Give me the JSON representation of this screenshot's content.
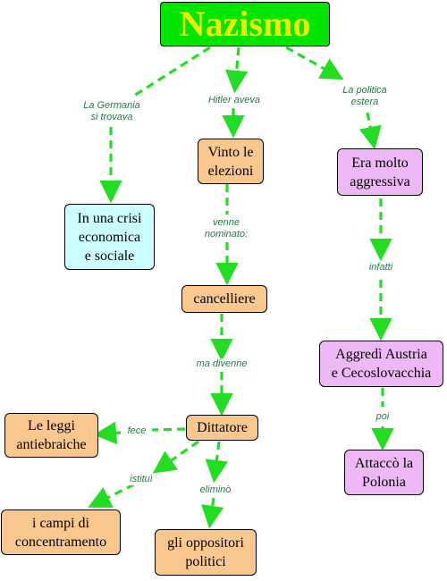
{
  "title": "Nazismo",
  "colors": {
    "title_bg": "#00e600",
    "title_text": "#f0ec00",
    "arrow": "#22dd22",
    "label_text": "#247a45",
    "orange": "#fac88f",
    "cyan": "#ccffff",
    "violet": "#eeb8f6"
  },
  "nodes": {
    "crisi": "In una crisi\neconomica\ne sociale",
    "vinto": "Vinto le\nelezioni",
    "cancelliere": "cancelliere",
    "dittatore": "Dittatore",
    "leggi": "Le leggi\nantiebraiche",
    "campi": "i campi di\nconcentramento",
    "oppositori": "gli oppositori\npolitici",
    "aggressiva": "Era molto\naggressiva",
    "aggredi": "Aggredì Austria\ne Cecoslovacchia",
    "polonia": "Attaccò la\nPolonia"
  },
  "links": {
    "germania": "La Germania\nsi trovava",
    "hitler": "Hitler aveva",
    "politica": "La politica\nestera",
    "venne": "venne\nnominato:",
    "divenne": "ma divenne",
    "fece": "fece",
    "istitui": "istituì",
    "elimino": "eliminò",
    "infatti": "infatti",
    "poi": "poi"
  }
}
